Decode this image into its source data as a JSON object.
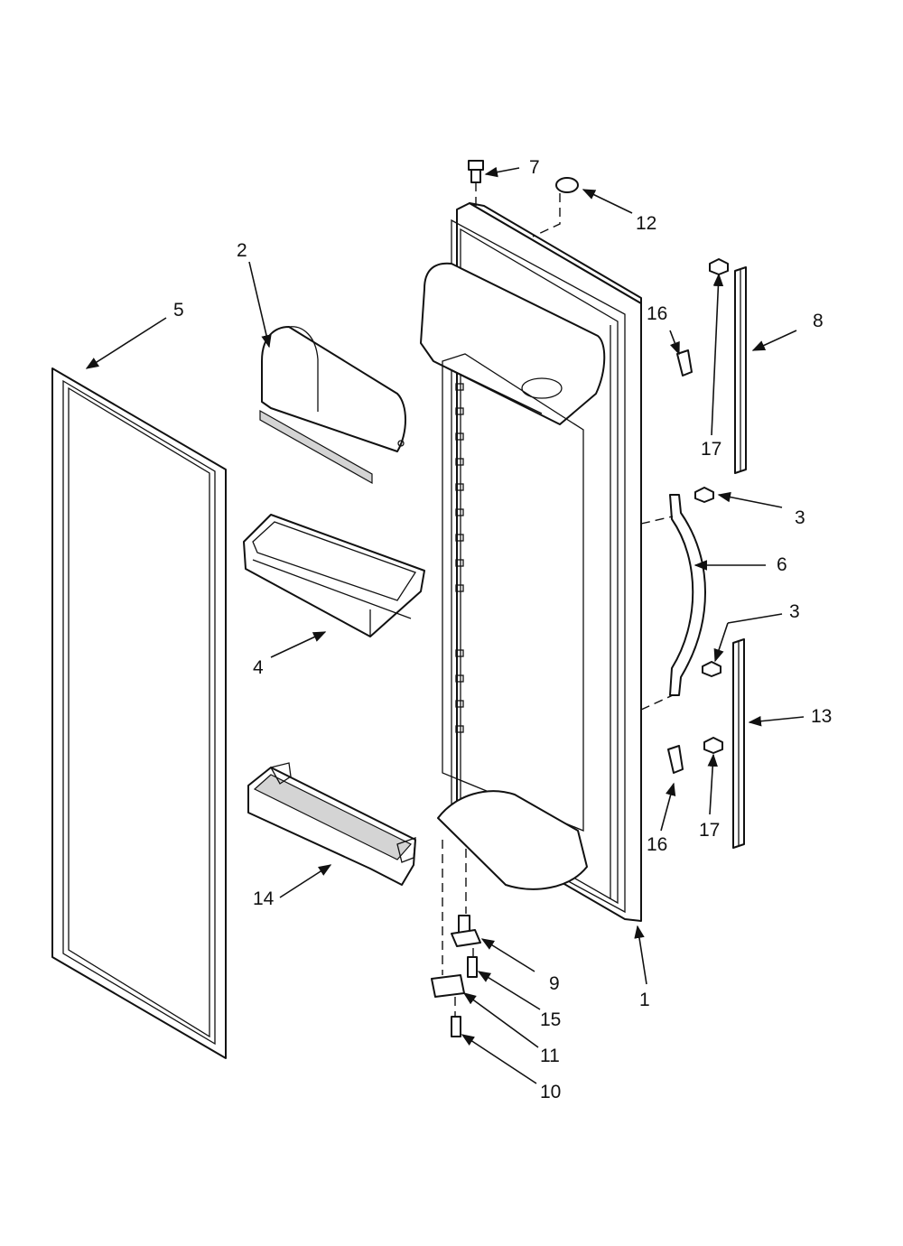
{
  "callouts": [
    "1",
    "2",
    "3",
    "3",
    "4",
    "5",
    "6",
    "7",
    "8",
    "9",
    "10",
    "11",
    "12",
    "13",
    "14",
    "15",
    "16",
    "16",
    "17",
    "17"
  ]
}
